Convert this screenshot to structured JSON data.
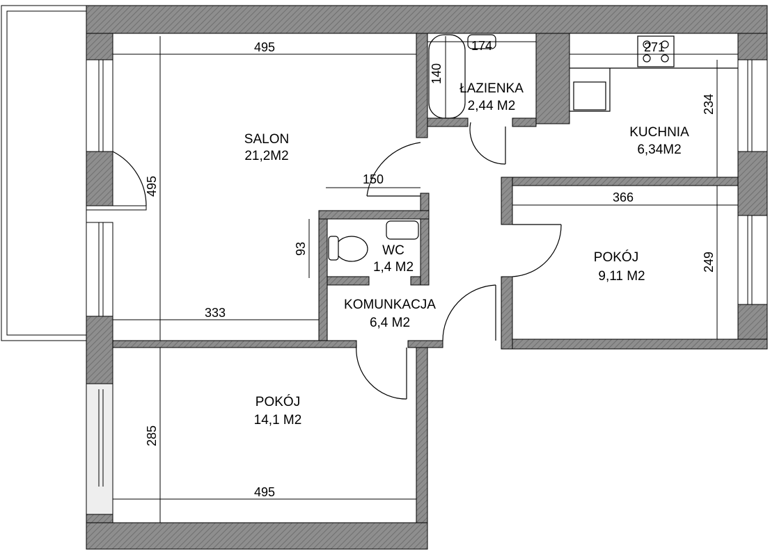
{
  "rooms": {
    "salon": {
      "name": "SALON",
      "area": "21,2M2"
    },
    "lazienka": {
      "name": "ŁAZIENKA",
      "area": "2,44 M2"
    },
    "kuchnia": {
      "name": "KUCHNIA",
      "area": "6,34M2"
    },
    "wc": {
      "name": "WC",
      "area": "1,4 M2"
    },
    "pokoj_small": {
      "name": "POKÓJ",
      "area": "9,11 M2"
    },
    "komunikacja": {
      "name": "KOMUNKACJA",
      "area": "6,4 M2"
    },
    "pokoj_large": {
      "name": "POKÓJ",
      "area": "14,1 M2"
    }
  },
  "dimensions": {
    "salon_width": "495",
    "salon_height": "495",
    "salon_lower": "333",
    "lazienka_width": "174",
    "lazienka_height": "140",
    "kuchnia_width": "271",
    "kuchnia_height": "234",
    "hall_opening": "150",
    "wc_height": "93",
    "pokoj_small_width": "366",
    "pokoj_small_height": "249",
    "pokoj_large_height": "285",
    "pokoj_large_width": "495"
  },
  "colors": {
    "wall_fill": "#8a8a8a",
    "line": "#000000",
    "background": "#ffffff"
  }
}
